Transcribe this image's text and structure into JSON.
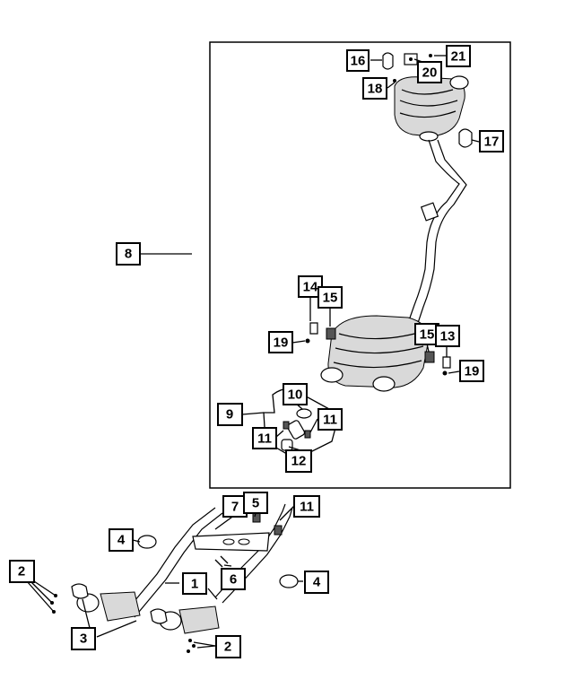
{
  "diagram": {
    "callouts": [
      {
        "id": "c16a",
        "label": "16"
      },
      {
        "id": "c21",
        "label": "21"
      },
      {
        "id": "c20",
        "label": "20"
      },
      {
        "id": "c18",
        "label": "18"
      },
      {
        "id": "c17",
        "label": "17"
      },
      {
        "id": "c8",
        "label": "8"
      },
      {
        "id": "c14",
        "label": "14"
      },
      {
        "id": "c15a",
        "label": "15"
      },
      {
        "id": "c19a",
        "label": "19"
      },
      {
        "id": "c15b",
        "label": "15"
      },
      {
        "id": "c13",
        "label": "13"
      },
      {
        "id": "c19b",
        "label": "19"
      },
      {
        "id": "c10",
        "label": "10"
      },
      {
        "id": "c9",
        "label": "9"
      },
      {
        "id": "c11a",
        "label": "11"
      },
      {
        "id": "c11b",
        "label": "11"
      },
      {
        "id": "c12",
        "label": "12"
      },
      {
        "id": "c7",
        "label": "7"
      },
      {
        "id": "c5",
        "label": "5"
      },
      {
        "id": "c11c",
        "label": "11"
      },
      {
        "id": "c4a",
        "label": "4"
      },
      {
        "id": "c6",
        "label": "6"
      },
      {
        "id": "c1",
        "label": "1"
      },
      {
        "id": "c4b",
        "label": "4"
      },
      {
        "id": "c2a",
        "label": "2"
      },
      {
        "id": "c3",
        "label": "3"
      },
      {
        "id": "c2b",
        "label": "2"
      }
    ]
  }
}
